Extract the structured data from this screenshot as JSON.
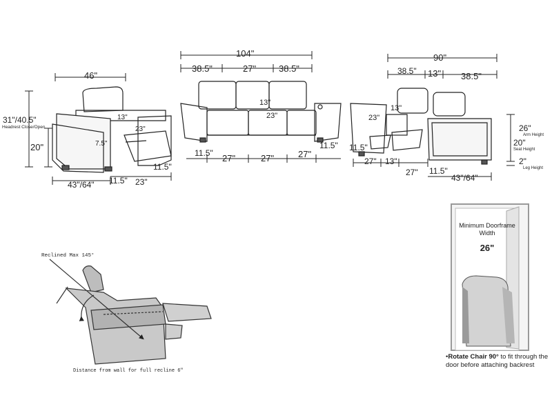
{
  "chair": {
    "width": "46\"",
    "height_label": "31\"/40.5\"",
    "height_caption": "Headrest Close/Open",
    "seat_height": "20\"",
    "arm_width": "7.5\"",
    "headrest_depth": "13\"",
    "seat_depth": "23\"",
    "arm_depth": "11.5\"",
    "total_depth": "43\"/64\"",
    "base_depth_a": "11.5\"",
    "base_depth_b": "23\""
  },
  "sofa": {
    "total": "104\"",
    "left": "38.5\"",
    "mid": "27\"",
    "right": "38.5\"",
    "headrest": "13\"",
    "seat": "23\"",
    "arm_left": "11.5\"",
    "arm_right": "11.5\"",
    "seg1": "27\"",
    "seg2": "27\"",
    "seg3": "27\""
  },
  "loveseat": {
    "total": "90\"",
    "left": "38.5\"",
    "mid": "13\"",
    "right": "38.5\"",
    "headrest": "13\"",
    "seat": "23\"",
    "arm": "11.5\"",
    "seg1": "27\"",
    "console": "13\"",
    "seg2": "27\"",
    "arm2": "11.5\"",
    "depth": "43\"/64\"",
    "arm_height": "26\"",
    "arm_height_caption": "Arm Height",
    "seat_height": "20\"",
    "seat_height_caption": "Seat Height",
    "leg_height": "2\"",
    "leg_height_caption": "Leg Height"
  },
  "recline": {
    "max_label": "Reclined Max 145°",
    "wall_label": "Distance from wall for full recline 6\""
  },
  "door": {
    "title": "Minimum Doorframe Width",
    "width": "26\"",
    "note_bold": "Rotate Chair 90°",
    "note_rest": " to fit through the door before attaching backrest"
  }
}
